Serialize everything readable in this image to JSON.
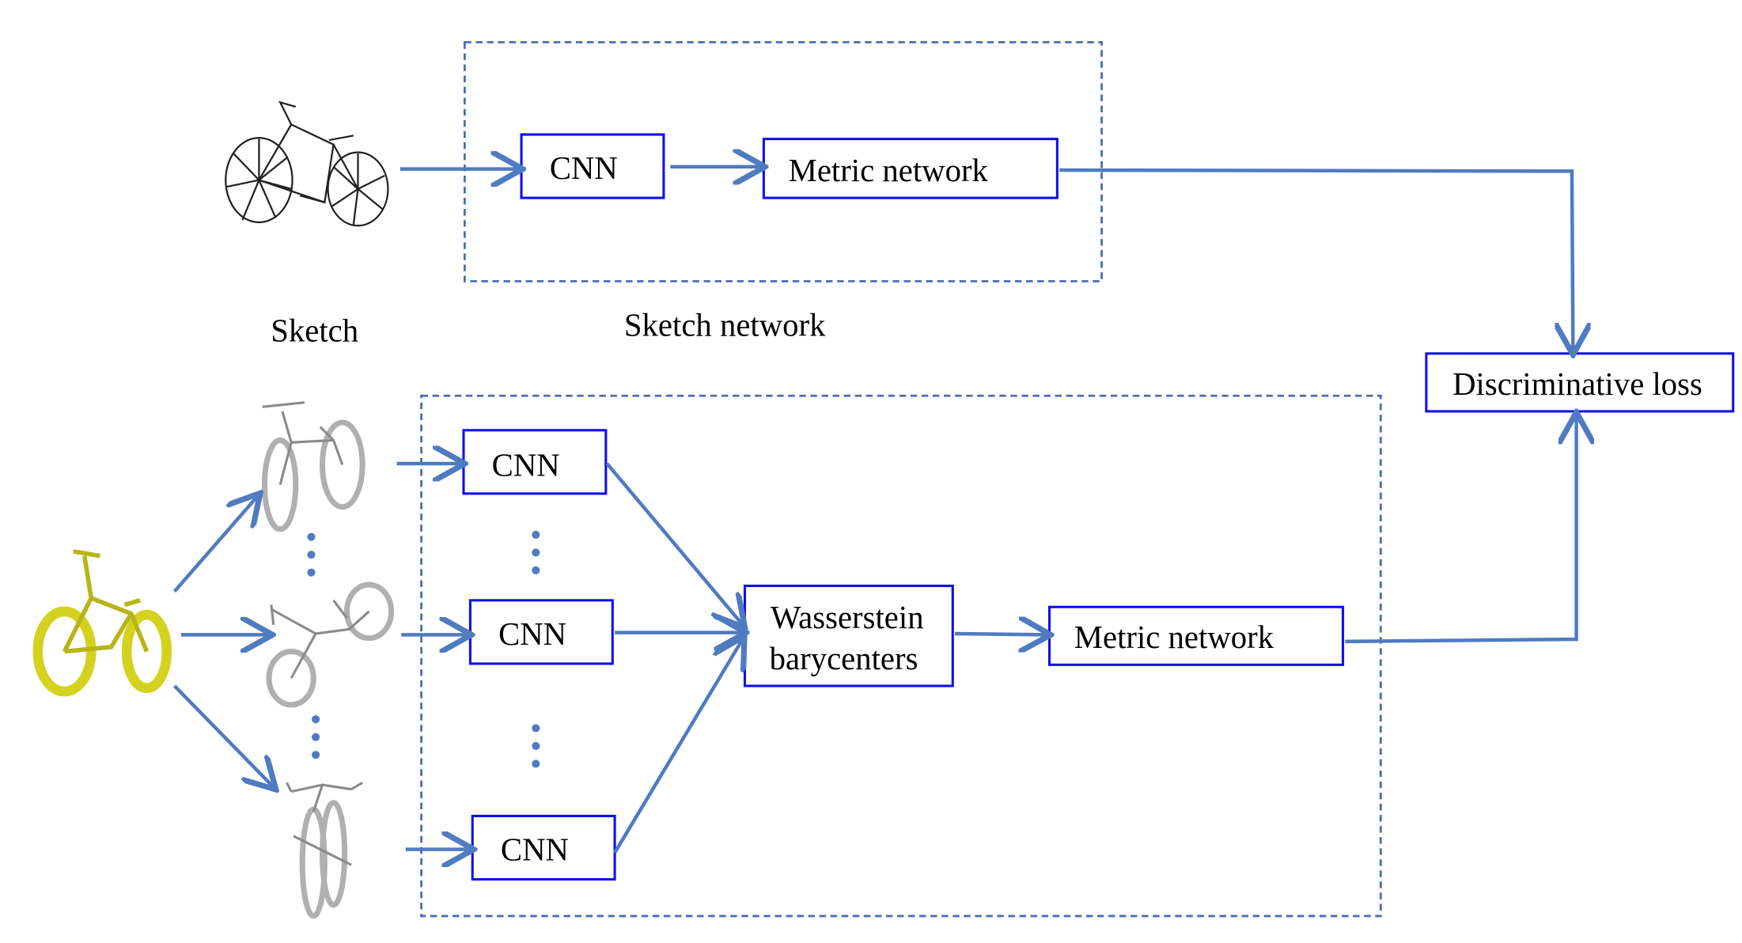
{
  "sketch": {
    "image_label": "Sketch",
    "network_label": "Sketch network",
    "cnn": "CNN",
    "metric": "Metric network"
  },
  "shape": {
    "cnn_top": "CNN",
    "cnn_mid": "CNN",
    "cnn_bottom": "CNN",
    "barycenters_line1": "Wasserstein",
    "barycenters_line2": "barycenters",
    "metric": "Metric network"
  },
  "loss": "Discriminative loss",
  "colors": {
    "arrow": "#4f7bc0",
    "box_border": "#1010e8",
    "dashed_border": "#4a6fb0",
    "model_3d": "#d4d21e"
  }
}
